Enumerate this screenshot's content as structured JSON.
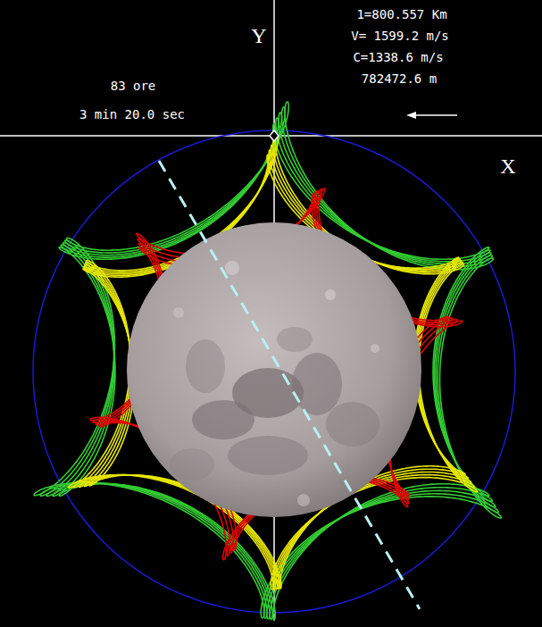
{
  "diagram": {
    "labels": [
      "1=800.557 Km",
      "V= 1599.2 m/s",
      "C=1338.6 m/s",
      "782472.6 m",
      "83 ore",
      "3 min 20.0 sec",
      "Y",
      "X"
    ]
  }
}
